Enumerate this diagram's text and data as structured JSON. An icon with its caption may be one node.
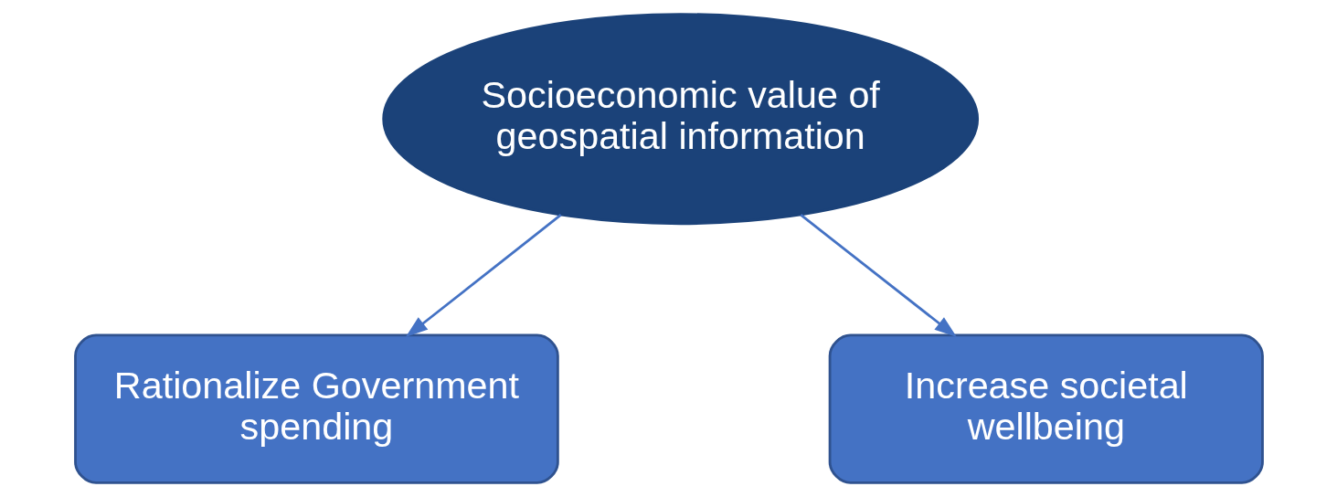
{
  "diagram": {
    "nodes": [
      {
        "text": [
          "Socioeconomic value of geospatial information"
        ]
      },
      {
        "text": [
          "Rationalize Government spending"
        ]
      },
      {
        "text": [
          "Increase societal wellbeing"
        ]
      }
    ],
    "edges": [
      {
        "from": 0,
        "to": 1,
        "arrow": "to"
      },
      {
        "from": 0,
        "to": 2,
        "arrow": "to"
      }
    ]
  }
}
